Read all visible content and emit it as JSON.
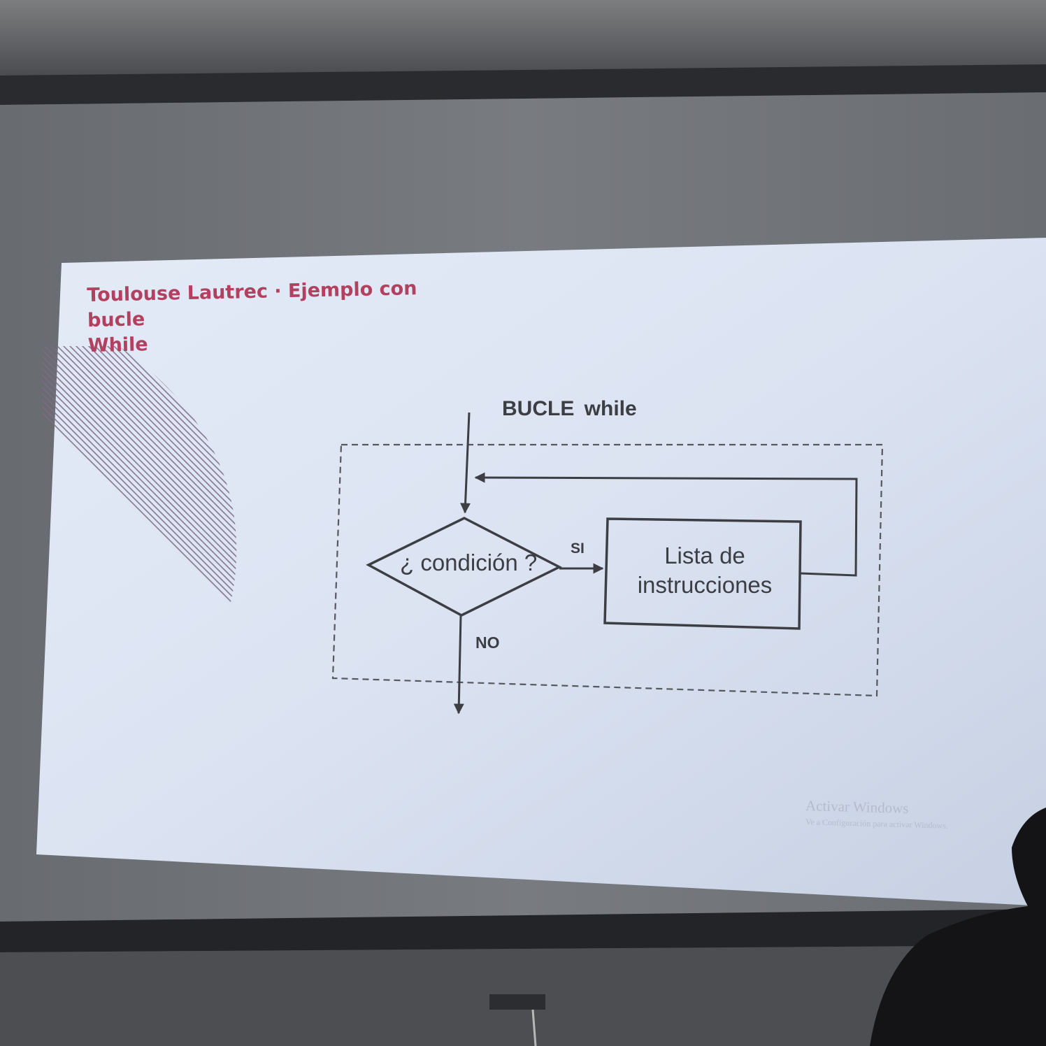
{
  "slide": {
    "title_line1": "Toulouse Lautrec · Ejemplo con bucle",
    "title_line2": "While"
  },
  "flowchart": {
    "heading": "BUCLE  while",
    "condition": "¿ condición ?",
    "yes_label": "SI",
    "no_label": "NO",
    "box_line1": "Lista de",
    "box_line2": "instrucciones"
  },
  "watermark": {
    "line1": "Activar Windows",
    "line2": "Ve a Configuración para activar Windows."
  },
  "colors": {
    "title": "#b2405f",
    "diagram_lines": "#3c3e44",
    "slide_background": "#dde5f3",
    "hatch": "#7d6c88"
  }
}
